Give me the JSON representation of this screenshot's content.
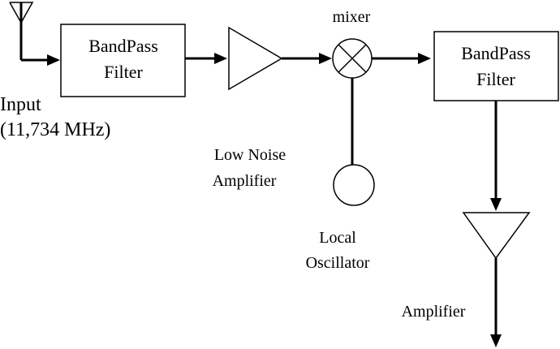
{
  "blocks": {
    "filter1": {
      "line1": "BandPass",
      "line2": "Filter"
    },
    "lna": {
      "line1": "Low Noise",
      "line2": "Amplifier"
    },
    "mixer": {
      "label": "mixer"
    },
    "filter2": {
      "line1": "BandPass",
      "line2": "Filter"
    },
    "local_oscillator": {
      "line1": "Local",
      "line2": "Oscillator"
    },
    "amplifier": {
      "label": "Amplifier"
    }
  },
  "input": {
    "line1": "Input",
    "line2": "(11,734 MHz)"
  },
  "icons": {
    "antenna": "antenna-icon",
    "mixer": "mixer-x-circle-icon",
    "oscillator": "oscillator-circle-icon"
  },
  "colors": {
    "stroke": "#000000",
    "background": "#ffffff"
  }
}
